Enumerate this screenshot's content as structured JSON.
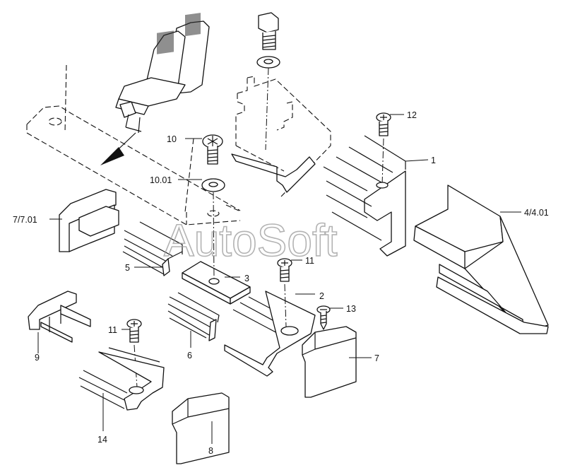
{
  "watermark": "AutoSoft",
  "callouts": {
    "c1": "1",
    "c2": "2",
    "c3": "3",
    "c4": "4/4.01",
    "c5": "5",
    "c6": "6",
    "c7": "7",
    "c7b": "7/7.01",
    "c8": "8",
    "c9": "9",
    "c10": "10",
    "c1001": "10.01",
    "c11a": "11",
    "c11b": "11",
    "c12": "12",
    "c13": "13",
    "c14": "14"
  }
}
